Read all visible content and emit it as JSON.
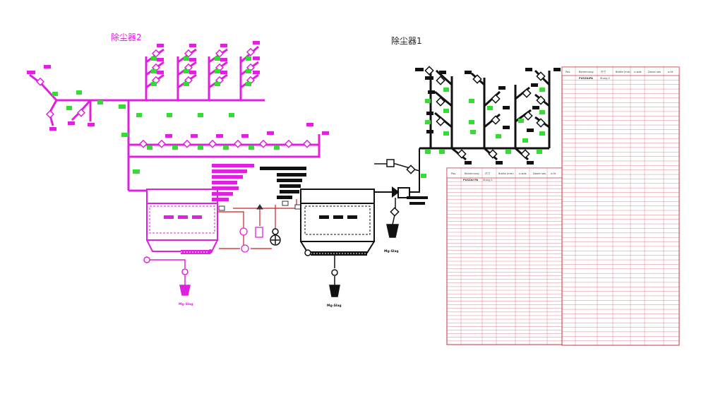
{
  "titles": {
    "collector_2": "除尘器2",
    "collector_1": "除尘器1"
  },
  "slag_labels": {
    "left": "Mg-Slag",
    "middle": "Mg-Slag",
    "right": "Mg-Slag"
  },
  "colors": {
    "magenta": "#e020e0",
    "green": "#33dd33",
    "black": "#000000",
    "red": "#cc2222",
    "table_border": "#c03040"
  },
  "tables": {
    "left": {
      "headers": [
        "Pos.",
        "Benennung",
        "尺寸",
        "Breite (mm)",
        "x-wds",
        "Dauer ses",
        "x-fd"
      ],
      "bold_row": [
        "PUSZAI PA",
        "Stung 1"
      ],
      "rows_visible": 46
    },
    "right": {
      "headers": [
        "Pos.",
        "Benennung",
        "尺寸",
        "Breite (mm)",
        "x-wds",
        "Dauer ses",
        "x-fd"
      ],
      "bold_row": [
        "PUSZAIPA",
        "Stung 2"
      ],
      "rows_visible": 60
    }
  }
}
